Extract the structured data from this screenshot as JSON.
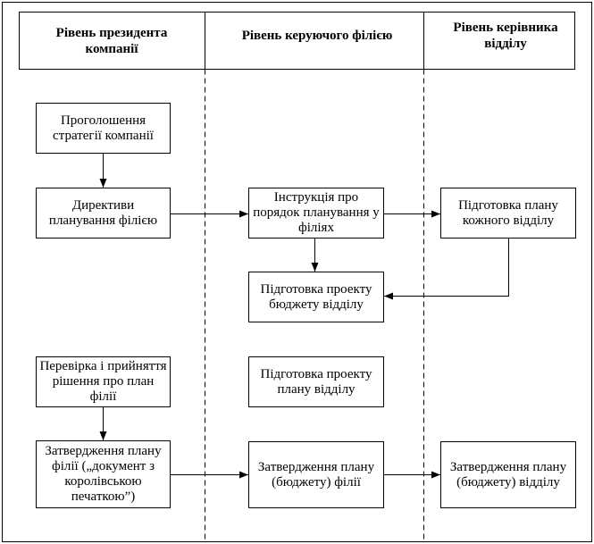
{
  "headers": {
    "president": "Рівень президента компанії",
    "branch": "Рівень керуючого філією",
    "department": "Рівень керівника відділу"
  },
  "boxes": {
    "strategy": "Проголошення стратегії компанії",
    "directives": "Директиви планування філією",
    "instruction": "Інструкція про порядок планування у філіях",
    "dept_plan_prep": "Підготовка плану кожного відділу",
    "budget_project": "Підготовка проекту бюджету відділу",
    "review": "Перевірка і прийняття рішення про план філії",
    "dept_plan_project": "Підготовка проекту плану відділу",
    "approve_president": "Затвердження плану філії („документ з королівською печаткою”)",
    "approve_branch": "Затвердження плану (бюджету) філії",
    "approve_dept": "Затвердження плану (бюджету) відділу"
  }
}
